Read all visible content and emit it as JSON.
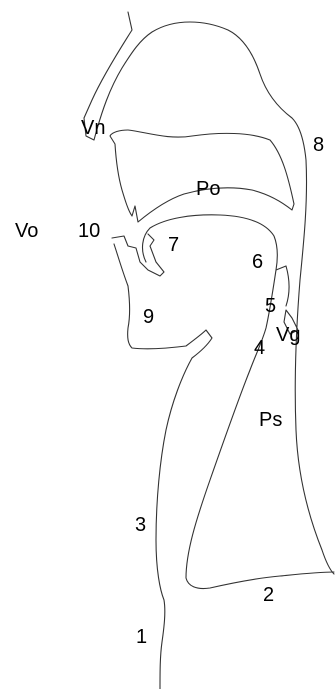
{
  "diagram": {
    "labels": {
      "vn": "Vn",
      "vo": "Vo",
      "po": "Po",
      "vg": "Vg",
      "ps": "Ps",
      "n1": "1",
      "n2": "2",
      "n3": "3",
      "n4": "4",
      "n5": "5",
      "n6": "6",
      "n7": "7",
      "n8": "8",
      "n9": "9",
      "n10": "10"
    },
    "colors": {
      "background": "#ffffff",
      "outline": "#333333",
      "text": "#000000"
    }
  }
}
